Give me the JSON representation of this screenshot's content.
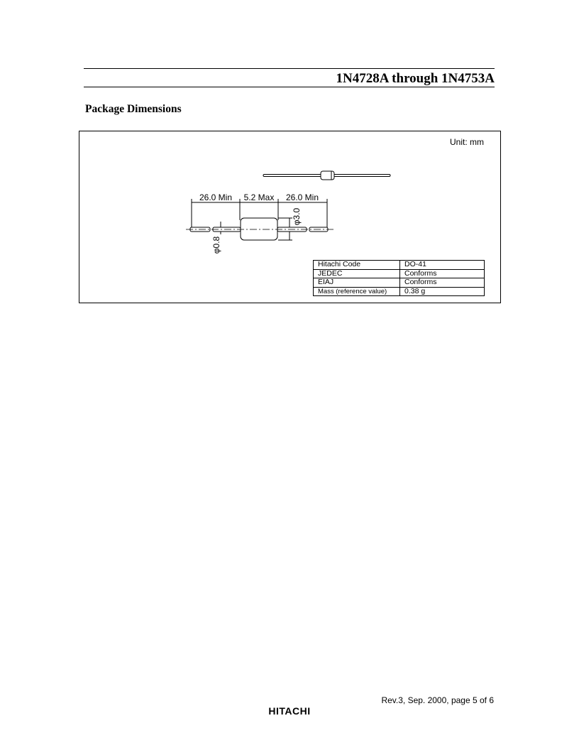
{
  "header": {
    "title": "1N4728A through 1N4753A"
  },
  "section": {
    "title": "Package Dimensions"
  },
  "drawing": {
    "unit": "Unit: mm",
    "dim_left": "26.0 Min",
    "dim_body": "5.2 Max",
    "dim_right": "26.0 Min",
    "body_diameter": "φ3.0",
    "lead_diameter": "φ0.8"
  },
  "spec_table": [
    {
      "key": "Hitachi Code",
      "value": "DO-41"
    },
    {
      "key": "JEDEC",
      "value": "Conforms"
    },
    {
      "key": "EIAJ",
      "value": "Conforms"
    },
    {
      "key": "Mass (reference value)",
      "value": "0.38 g"
    }
  ],
  "footer": {
    "revision": "Rev.3, Sep. 2000, page 5 of 6",
    "logo": "HITACHI"
  }
}
